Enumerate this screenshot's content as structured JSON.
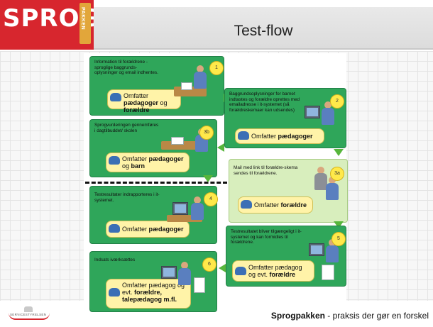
{
  "header": {
    "logo_text": "SPROG",
    "logo_tab_text": "PAKKEN",
    "title": "Test-flow"
  },
  "steps": [
    {
      "id": "1",
      "badge": "1",
      "text": "Information til forældrene - sproglige baggrunds-oplysninger og email indhentes.",
      "sub_prefix": "Omfatter ",
      "sub_bold": "pædagoger",
      "sub_mid": " og ",
      "sub_bold2": "forældre"
    },
    {
      "id": "2",
      "badge": "2",
      "text": "Baggrundsoplysninger for barnet indtastes og forældre oprettes med emailadresse i it-systemet (så forældreskemaer kan udsendes)",
      "sub_prefix": "Omfatter ",
      "sub_bold": "pædagoger"
    },
    {
      "id": "3b",
      "badge": "3b",
      "text": "Sprogvurderingen gennemføres i dagtilbuddet/ skolen",
      "sub_prefix": "Omfatter ",
      "sub_bold": "pædagoger",
      "sub_mid": " og ",
      "sub_bold2": "barn"
    },
    {
      "id": "3a",
      "badge": "3a",
      "text": "Mail med link til forældre-skema sendes til forældrene.",
      "sub_prefix": "Omfatter ",
      "sub_bold": "forældre"
    },
    {
      "id": "4",
      "badge": "4",
      "text": "Testresultater indrapporteres i it-systemet.",
      "sub_prefix": "Omfatter ",
      "sub_bold": "pædagoger"
    },
    {
      "id": "5",
      "badge": "5",
      "text": "Testresultatet bliver tilgængeligt i it-systemet og kan formidles til forældrene.",
      "sub_prefix": "Omfatter pædagog og evt. ",
      "sub_bold": "forældre"
    },
    {
      "id": "6",
      "badge": "6",
      "text": "Indsats iværksættes",
      "sub_prefix": "Omfatter pædagog og evt. ",
      "sub_bold": "forældre, talepædagog m.fl."
    }
  ],
  "footer": {
    "gov_text": "SERVICESTYRELSEN",
    "tagline_bold": "Sprogpakken",
    "tagline_rest": " - praksis der gør en forskel"
  }
}
